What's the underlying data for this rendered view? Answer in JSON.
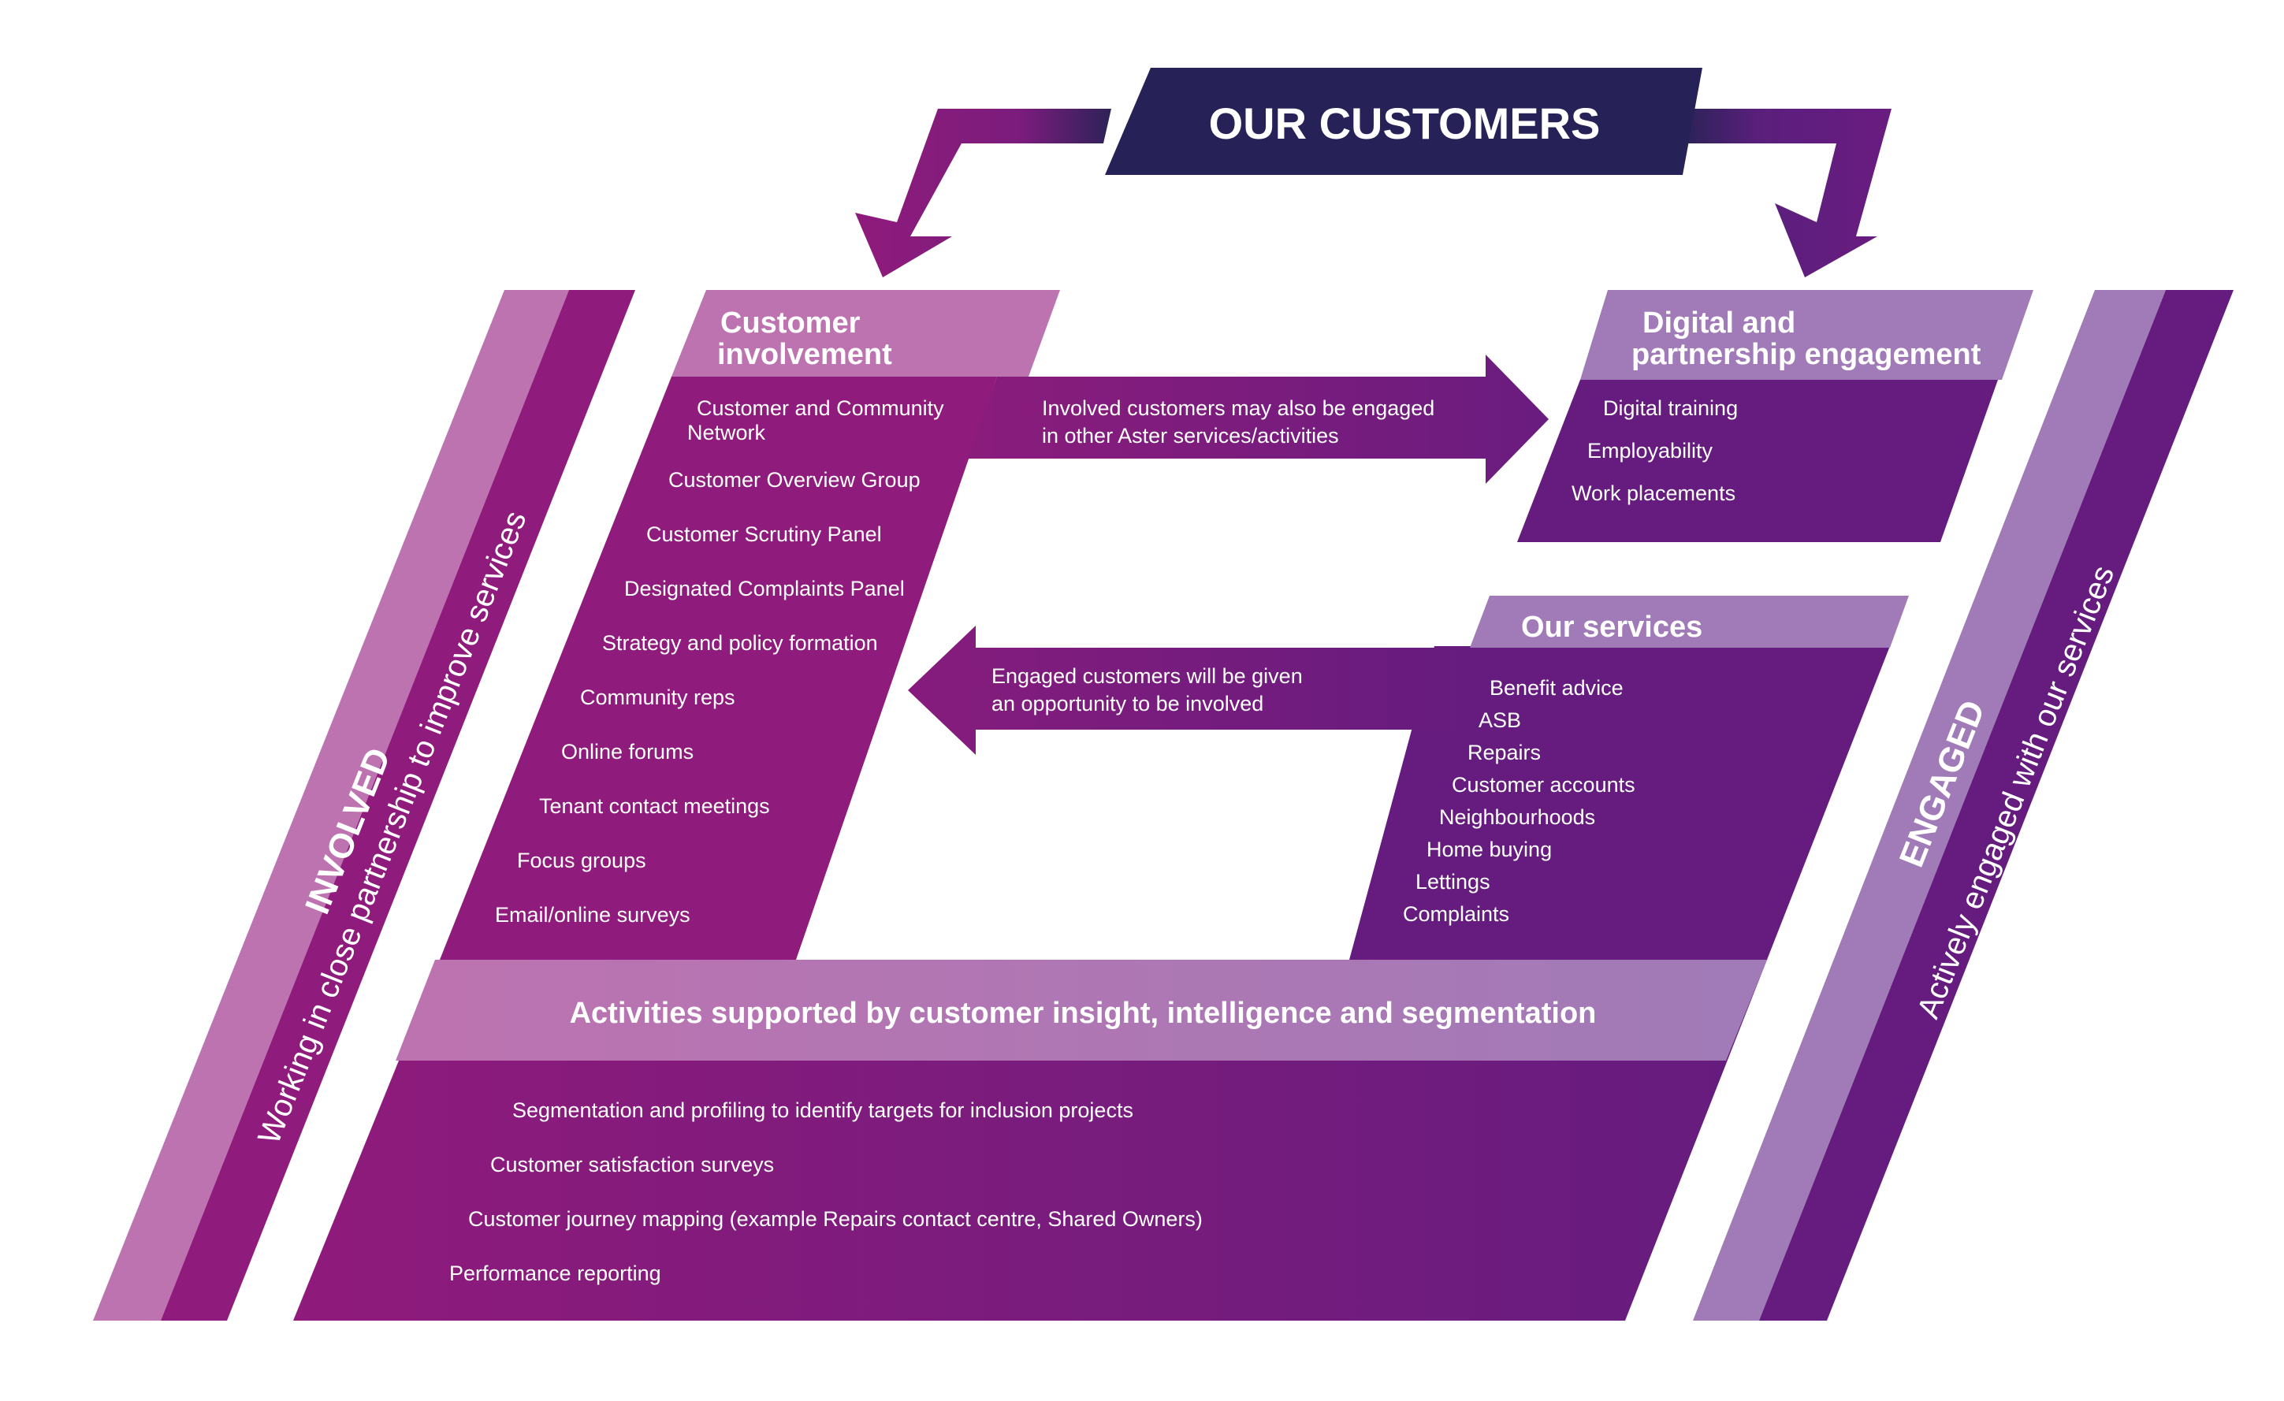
{
  "title": "OUR CUSTOMERS",
  "colors": {
    "navy": "#262257",
    "magenta": "#8f1b7c",
    "purple": "#651c7e",
    "light_magenta": "#bd73b0",
    "light_purple": "#a07bb7",
    "white": "#ffffff"
  },
  "involved_sidebar": {
    "label": "INVOLVED",
    "sublabel": "Working in close partnership to improve services"
  },
  "engaged_sidebar": {
    "label": "ENGAGED",
    "sublabel": "Actively engaged with our services"
  },
  "customer_involvement": {
    "heading_line1": "Customer",
    "heading_line2": "involvement",
    "items": [
      "Customer and Community",
      "Network",
      "Customer Overview Group",
      "Customer Scrutiny Panel",
      "Designated Complaints Panel",
      "Strategy and policy formation",
      "Community reps",
      "Online forums",
      "Tenant contact meetings",
      "Focus groups",
      "Email/online surveys"
    ]
  },
  "digital_engagement": {
    "heading_line1": "Digital and",
    "heading_line2": "partnership engagement",
    "items": [
      "Digital training",
      "Employability",
      "Work placements"
    ]
  },
  "our_services": {
    "heading": "Our services",
    "items": [
      "Benefit advice",
      "ASB",
      "Repairs",
      "Customer accounts",
      "Neighbourhoods",
      "Home buying",
      "Lettings",
      "Complaints"
    ]
  },
  "arrow_right": {
    "line1": "Involved customers may also be engaged",
    "line2": "in other Aster services/activities"
  },
  "arrow_left": {
    "line1": "Engaged customers will be given",
    "line2": "an opportunity to be involved"
  },
  "activities": {
    "heading": "Activities supported by customer insight, intelligence and segmentation",
    "items": [
      "Segmentation and profiling to identify targets for inclusion projects",
      "Customer satisfaction surveys",
      "Customer journey mapping (example Repairs contact centre, Shared Owners)",
      "Performance reporting"
    ]
  }
}
